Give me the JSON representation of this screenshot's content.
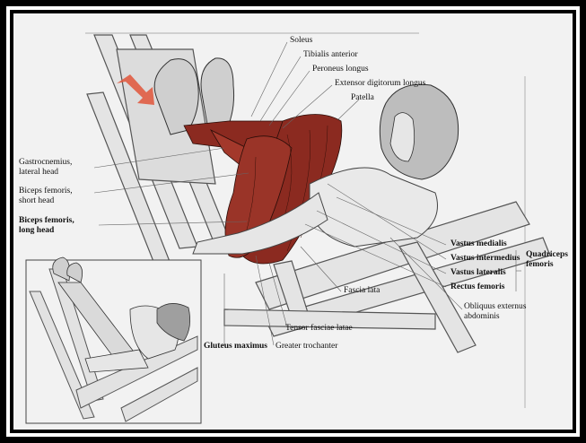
{
  "labels": {
    "soleus": "Soleus",
    "tibialis_anterior": "Tibialis anterior",
    "peroneus_longus": "Peroneus longus",
    "extensor_digitorum_longus": "Extensor digitorum longus",
    "patella": "Patella",
    "gastrocnemius_1": "Gastrocnemius,",
    "gastrocnemius_2": "lateral head",
    "biceps_short_1": "Biceps femoris,",
    "biceps_short_2": "short head",
    "biceps_long_1": "Biceps femoris,",
    "biceps_long_2": "long head",
    "vastus_medialis": "Vastus medialis",
    "vastus_intermedius": "Vastus intermedius",
    "vastus_lateralis": "Vastus lateralis",
    "rectus_femoris": "Rectus femoris",
    "quadriceps_1": "Quadriceps",
    "quadriceps_2": "femoris",
    "fascia_lata": "Fascia lata",
    "obliquus_1": "Obliquus externus",
    "obliquus_2": "abdominis",
    "tensor_fasciae_latae": "Tensor fasciae latae",
    "gluteus_maximus": "Gluteus maximus",
    "greater_trochanter": "Greater trochanter"
  },
  "colors": {
    "frame": "#000000",
    "background": "#f2f2f2",
    "muscle": "#8b2a20",
    "arrow": "#e0553a",
    "sketch": "#555555"
  }
}
